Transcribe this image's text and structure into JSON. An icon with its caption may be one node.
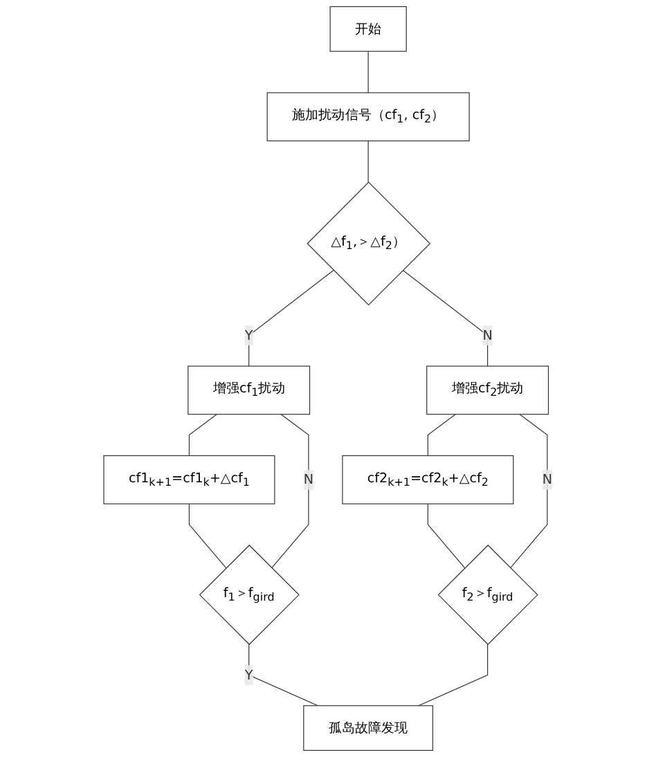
{
  "diagram": {
    "nodes": [
      {
        "text": [
          "开始"
        ]
      },
      {
        "text": [
          "施加扰动信号（cf$_{1}$, cf$_{2}$）"
        ]
      },
      {
        "text": [
          "△f$_{1}$,＞△f$_{2}$）"
        ]
      },
      {
        "text": [
          "增强cf$_{1}$扰动"
        ]
      },
      {
        "text": [
          "增强cf$_{2}$扰动"
        ]
      },
      {
        "text": [
          "cf1$_{k+1}$=cf1$_{k}$+△cf$_{1}$"
        ]
      },
      {
        "text": [
          "cf2$_{k+1}$=cf2$_{k}$+△cf$_{2}$"
        ]
      },
      {
        "text": [
          "f$_{1}$＞f$_{gird}$"
        ]
      },
      {
        "text": [
          "f$_{2}$＞f$_{gird}$"
        ]
      },
      {
        "text": [
          "孤岛故障发现"
        ]
      }
    ],
    "edges": [
      {
        "from": 0,
        "to": 1,
        "arrow": "none"
      },
      {
        "from": 1,
        "to": 2,
        "arrow": "none"
      },
      {
        "from": 2,
        "to": 3,
        "arrow": "none",
        "label": "Y"
      },
      {
        "from": 2,
        "to": 4,
        "arrow": "none",
        "label": "N"
      },
      {
        "from": 3,
        "to": 5,
        "arrow": "none"
      },
      {
        "from": 4,
        "to": 6,
        "arrow": "none"
      },
      {
        "from": 5,
        "to": 7,
        "arrow": "none"
      },
      {
        "from": 6,
        "to": 8,
        "arrow": "none"
      },
      {
        "from": 7,
        "to": 3,
        "arrow": "none",
        "label": "N"
      },
      {
        "from": 8,
        "to": 4,
        "arrow": "none",
        "label": "N"
      },
      {
        "from": 7,
        "to": 9,
        "arrow": "none",
        "label": "Y"
      },
      {
        "from": 8,
        "to": 9,
        "arrow": "none"
      }
    ]
  }
}
